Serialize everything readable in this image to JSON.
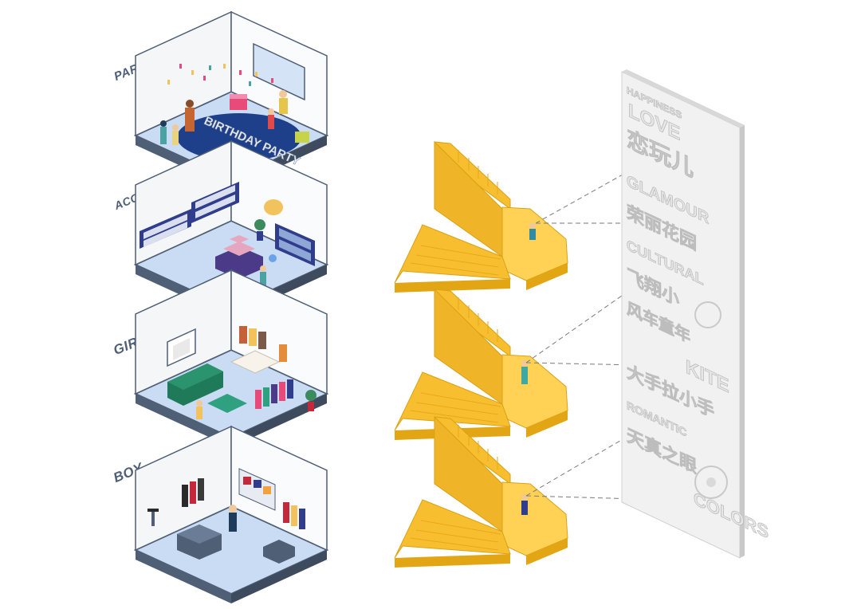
{
  "floors": [
    {
      "label": "PARTY + LIVE"
    },
    {
      "label": "ACCESSORIES"
    },
    {
      "label": "GIRLS'"
    },
    {
      "label": "BOY"
    }
  ],
  "party_banner": "BIRTHDAY PARTY",
  "wall_words": [
    "HAPPINESS",
    "LOVE",
    "GLAMOUR",
    "CULTURAL",
    "COLORS",
    "KITE",
    "ROMANTIC"
  ],
  "colors": {
    "floor_blue": "#c9dcf4",
    "floor_edge": "#4f5f76",
    "wall_light": "#f4f6f8",
    "stair_yellow": "#f7bf2f",
    "stair_shadow": "#e2a514",
    "stair_top": "#ffd256",
    "wall_panel": "#ececec"
  }
}
